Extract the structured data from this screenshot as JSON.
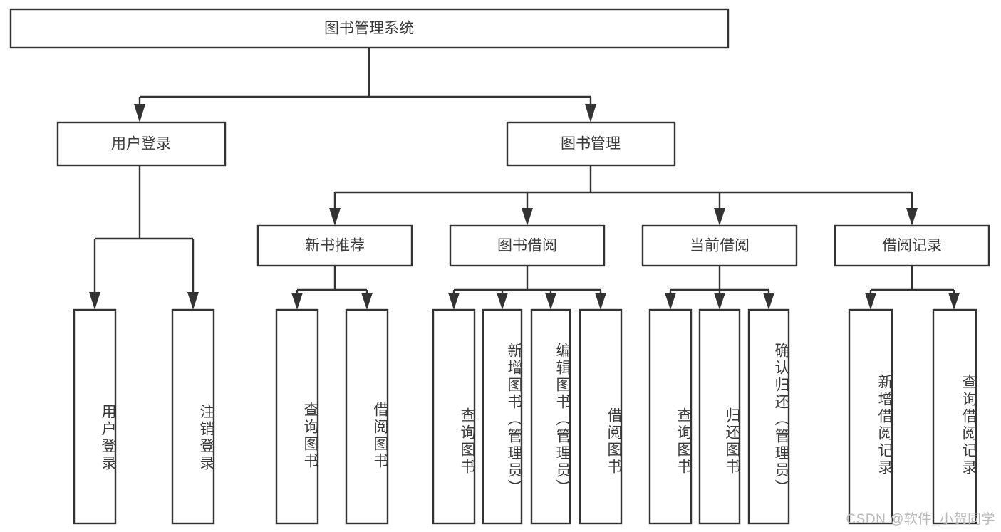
{
  "diagram": {
    "title_node": {
      "id": "root",
      "label": "图书管理系统",
      "orientation": "horizontal"
    },
    "level2": [
      {
        "id": "user-login",
        "label": "用户登录",
        "orientation": "horizontal"
      },
      {
        "id": "book-management",
        "label": "图书管理",
        "orientation": "horizontal"
      }
    ],
    "level3": [
      {
        "id": "new-book-recommend",
        "label": "新书推荐",
        "orientation": "horizontal",
        "parent": "book-management"
      },
      {
        "id": "book-borrow",
        "label": "图书借阅",
        "orientation": "horizontal",
        "parent": "book-management"
      },
      {
        "id": "current-borrow",
        "label": "当前借阅",
        "orientation": "horizontal",
        "parent": "book-management"
      },
      {
        "id": "borrow-record",
        "label": "借阅记录",
        "orientation": "horizontal",
        "parent": "book-management"
      }
    ],
    "leaves": [
      {
        "id": "leaf-user-login",
        "label": "用户登录",
        "orientation": "vertical",
        "parent": "user-login"
      },
      {
        "id": "leaf-logout",
        "label": "注销登录",
        "orientation": "vertical",
        "parent": "user-login"
      },
      {
        "id": "leaf-query-book-1",
        "label": "查询图书",
        "orientation": "vertical",
        "parent": "new-book-recommend"
      },
      {
        "id": "leaf-borrow-book-1",
        "label": "借阅图书",
        "orientation": "vertical",
        "parent": "new-book-recommend"
      },
      {
        "id": "leaf-query-book-2",
        "label": "查询图书",
        "orientation": "vertical",
        "parent": "book-borrow"
      },
      {
        "id": "leaf-add-book",
        "label": "新增图书（管理员）",
        "orientation": "vertical",
        "parent": "book-borrow"
      },
      {
        "id": "leaf-edit-book",
        "label": "编辑图书（管理员）",
        "orientation": "vertical",
        "parent": "book-borrow"
      },
      {
        "id": "leaf-borrow-book-2",
        "label": "借阅图书",
        "orientation": "vertical",
        "parent": "book-borrow"
      },
      {
        "id": "leaf-query-book-3",
        "label": "查询图书",
        "orientation": "vertical",
        "parent": "current-borrow"
      },
      {
        "id": "leaf-return-book",
        "label": "归还图书",
        "orientation": "vertical",
        "parent": "current-borrow"
      },
      {
        "id": "leaf-confirm-return",
        "label": "确认归还（管理员）",
        "orientation": "vertical",
        "parent": "current-borrow"
      },
      {
        "id": "leaf-add-record",
        "label": "新增借阅记录",
        "orientation": "vertical",
        "parent": "borrow-record"
      },
      {
        "id": "leaf-query-record",
        "label": "查询借阅记录",
        "orientation": "vertical",
        "parent": "borrow-record"
      }
    ],
    "colors": {
      "box_stroke": "#333333",
      "box_fill": "#ffffff",
      "text": "#3a3a3a",
      "background": "#ffffff",
      "watermark": "#b9b9b9"
    }
  },
  "watermark": {
    "text": "CSDN @软件_小贺同学"
  }
}
